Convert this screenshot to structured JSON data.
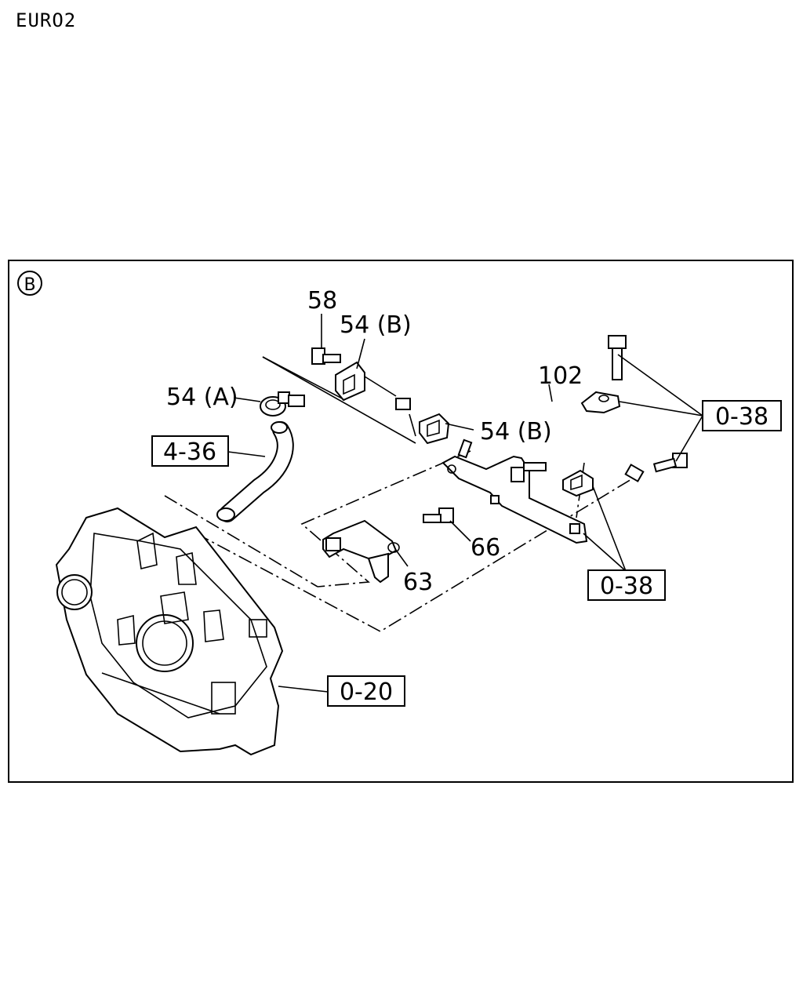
{
  "header": {
    "variant_label": "EURO2"
  },
  "view": {
    "marker": "B"
  },
  "callouts": {
    "c58": "58",
    "c54b_top": "54 (B)",
    "c54a": "54 (A)",
    "c54b_mid": "54 (B)",
    "c102": "102",
    "c66": "66",
    "c63": "63"
  },
  "references": {
    "r436": "4-36",
    "r038_top": "0-38",
    "r038_bottom": "0-38",
    "r020": "0-20"
  }
}
